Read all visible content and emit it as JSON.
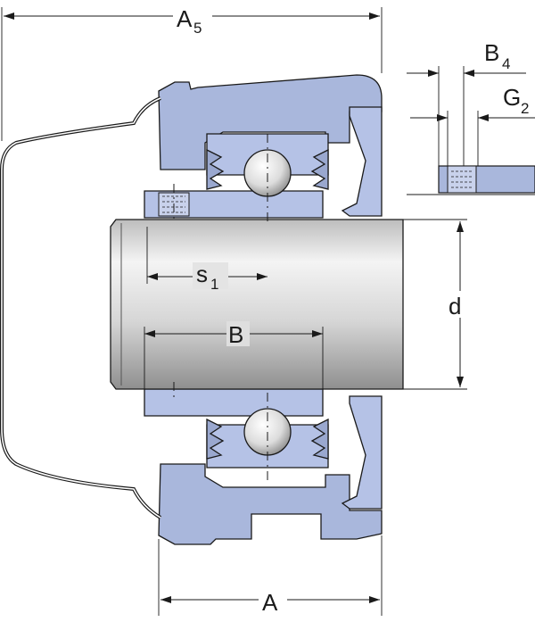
{
  "diagram": {
    "labels": {
      "a5_main": "A",
      "a5_sub": "5",
      "b4_main": "B",
      "b4_sub": "4",
      "g2_main": "G",
      "g2_sub": "2",
      "s1_main": "s",
      "s1_sub": "1",
      "b": "B",
      "d": "d",
      "a": "A"
    },
    "colors": {
      "housing": "#a9b7dc",
      "ring": "#b5c2e6",
      "shaft_light": "#f2f2f2",
      "shaft_dark": "#9a9a9a",
      "line": "#1a1a1a"
    }
  }
}
